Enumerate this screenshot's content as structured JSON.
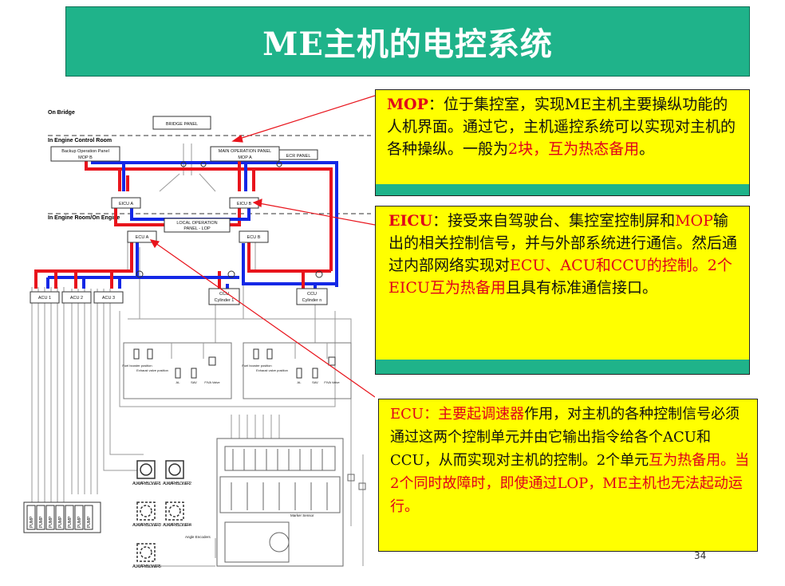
{
  "title": "ME主机的电控系统",
  "diagram": {
    "zones": {
      "bridge": "On Bridge",
      "control_room": "In Engine Control Room",
      "engine_room": "In Engine Room/On Engine"
    },
    "labels": {
      "bridge_panel": "BRIDGE PANEL",
      "backup_panel_1": "Backup Operation Panel",
      "backup_panel_2": "MOP B",
      "main_panel_1": "MAIN OPERATION PANEL",
      "main_panel_2": "MOP A",
      "ecr_panel": "ECR PANEL",
      "eicu_a": "EICU A",
      "eicu_b": "EICU B",
      "lop_1": "LOCAL OPERATION",
      "lop_2": "PANEL - LOP",
      "ecu_a": "ECU A",
      "ecu_b": "ECU B",
      "acu1": "ACU 1",
      "acu2": "ACU 2",
      "acu3": "ACU 3",
      "ccu1_1": "CCU",
      "ccu1_2": "Cylinder 1",
      "ccun_1": "CCU",
      "ccun_2": "Cylinder n",
      "fuel_booster": "Fuel booster position",
      "exhaust_valve": "Exhaust valve position",
      "al": "AL",
      "sav": "SAV",
      "fiva": "FIVA Valve",
      "aux1": "AUXILIARY BLOWER 1",
      "aux2": "AUXILIARY BLOWER 2",
      "aux3": "AUXILIARY BLOWER 3",
      "aux4": "AUXILIARY BLOWER 4",
      "aux5": "AUXILIARY BLOWER 5",
      "pump": "PUMP",
      "marker_sensor": "Marker Sensor",
      "angle_encoders": "Angle Encoders"
    }
  },
  "notes": {
    "mop": {
      "p1": "MOP",
      "p2": "：位于集控室，实现ME主机主要操纵功能的人机界面。通过它，主机遥控系统可以实现对主机的各种操纵。一般为",
      "p3": "2块，互为热态备用",
      "p4": "。"
    },
    "eicu": {
      "p1": "EICU",
      "p2": "：接受来自驾驶台、集控室控制屏和",
      "p3": "MOP",
      "p4": "输出的相关控制信号，并与外部系统进行通信。然后通过内部网络实现对",
      "p5": "ECU、ACU和CCU的控制。2个EICU互为热备用",
      "p6": "且具有标准通信接口。"
    },
    "ecu": {
      "p1": "ECU：主要起",
      "p2": "调速器",
      "p3": "作用，对主机的各种控制信号必须通过这两个控制单元并由它输出指令给各个ACU和CCU，从而实现对主机的控制。2个单元",
      "p4": "互为热备用。当2个同时故障时，即使通过LOP，ME主机也无法起动运行。"
    }
  },
  "page_number": "34",
  "colors": {
    "teal": "#1fb38a",
    "yellow": "#ffff00",
    "red_text": "#e0001b",
    "bus_red": "#e8141c",
    "bus_blue": "#1428e6"
  }
}
